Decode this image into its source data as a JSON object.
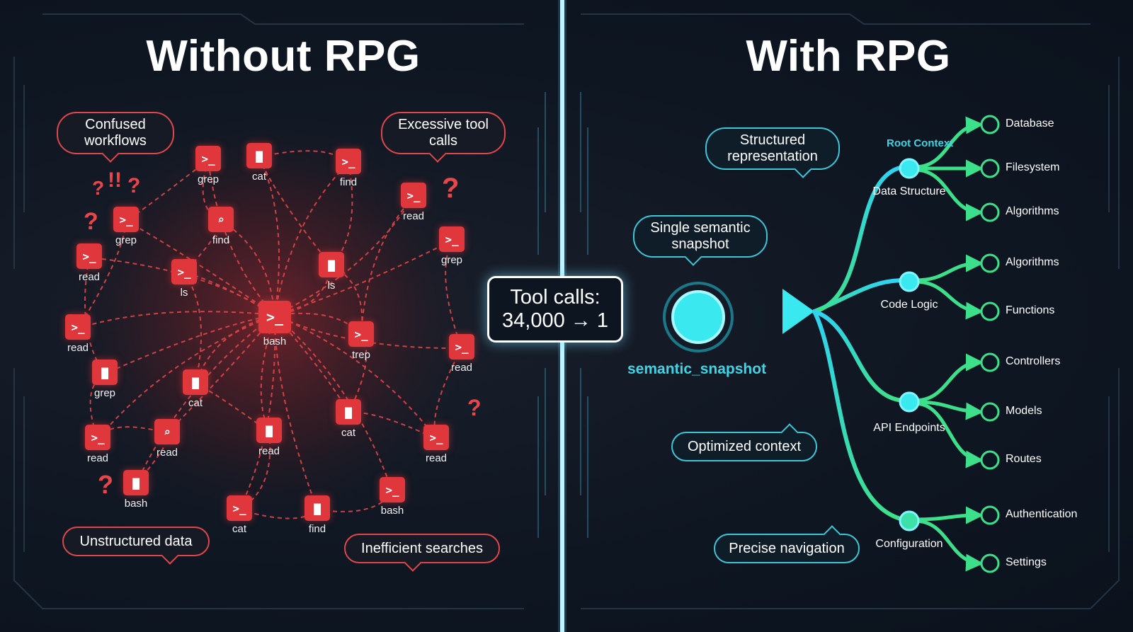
{
  "left_panel": {
    "title": "Without RPG",
    "bubbles": {
      "confused": "Confused\nworkflows",
      "excessive": "Excessive tool\ncalls",
      "unstructured": "Unstructured data",
      "inefficient": "Inefficient searches"
    },
    "tools": [
      {
        "label": "grep",
        "icon": "terminal-icon"
      },
      {
        "label": "cat",
        "icon": "folder-icon"
      },
      {
        "label": "find",
        "icon": "terminal-icon"
      },
      {
        "label": "read",
        "icon": "terminal-icon"
      },
      {
        "label": "grep",
        "icon": "terminal-icon"
      },
      {
        "label": "find",
        "icon": "search-icon"
      },
      {
        "label": "grep",
        "icon": "terminal-icon"
      },
      {
        "label": "read",
        "icon": "terminal-icon"
      },
      {
        "label": "ls",
        "icon": "terminal-icon"
      },
      {
        "label": "ls",
        "icon": "folder-icon"
      },
      {
        "label": "read",
        "icon": "terminal-icon"
      },
      {
        "label": "bash",
        "icon": "terminal-icon"
      },
      {
        "label": "trep",
        "icon": "terminal-icon"
      },
      {
        "label": "read",
        "icon": "terminal-icon"
      },
      {
        "label": "grep",
        "icon": "folder-icon"
      },
      {
        "label": "cat",
        "icon": "folder-icon"
      },
      {
        "label": "cat",
        "icon": "folder-icon"
      },
      {
        "label": "read",
        "icon": "terminal-icon"
      },
      {
        "label": "read",
        "icon": "search-icon"
      },
      {
        "label": "read",
        "icon": "folder-icon"
      },
      {
        "label": "read",
        "icon": "terminal-icon"
      },
      {
        "label": "bash",
        "icon": "folder-icon"
      },
      {
        "label": "cat",
        "icon": "terminal-icon"
      },
      {
        "label": "find",
        "icon": "folder-icon"
      },
      {
        "label": "bash",
        "icon": "terminal-icon"
      }
    ]
  },
  "center": {
    "line1": "Tool calls:",
    "line2": "34,000 → 1"
  },
  "right_panel": {
    "title": "With RPG",
    "bubbles": {
      "structured": "Structured\nrepresentation",
      "single": "Single semantic\nsnapshot",
      "optimized": "Optimized context",
      "precise": "Precise navigation"
    },
    "snapshot_label": "semantic_snapshot",
    "root_context": "Root Context",
    "branches": [
      {
        "label": "Data Structure",
        "leaves": [
          "Database",
          "Filesystem",
          "Algorithms"
        ]
      },
      {
        "label": "Code Logic",
        "leaves": [
          "Algorithms",
          "Functions"
        ]
      },
      {
        "label": "API Endpoints",
        "leaves": [
          "Controllers",
          "Models",
          "Routes"
        ]
      },
      {
        "label": "Configuration",
        "leaves": [
          "Authentication",
          "Settings"
        ]
      }
    ]
  },
  "colors": {
    "red": "#e0373d",
    "cyan": "#3fd4e4",
    "green": "#3de08a",
    "background": "#0e1622"
  }
}
